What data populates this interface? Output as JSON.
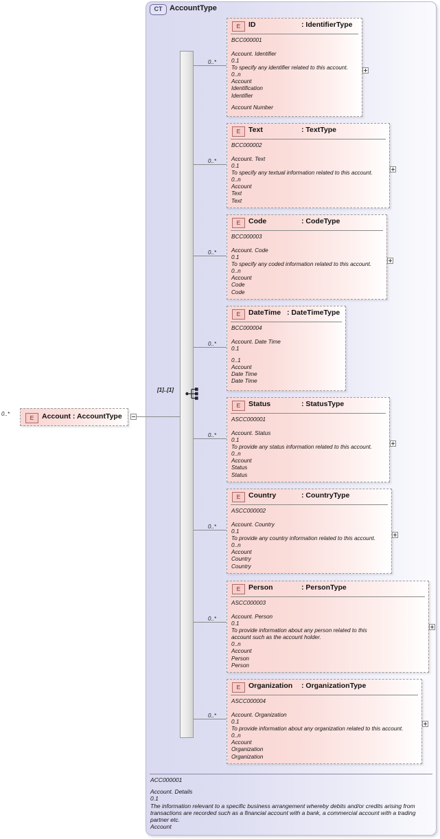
{
  "diagram": {
    "kind": "xsd-schema-diagram",
    "complex_type": {
      "badge": "CT",
      "title": "AccountType",
      "documentation": {
        "code": "ACC000001",
        "term": "Account. Details",
        "version": "0.1",
        "definition": "The information relevant to a specific business arrangement whereby debits and/or credits arising from transactions are recorded such as a financial account with a bank, a commercial account with a trading partner etc.",
        "object_class": "Account"
      }
    },
    "root_element": {
      "badge": "E",
      "label": "Account : AccountType",
      "occurrence": "0..*",
      "expander": "minus"
    },
    "model_group": {
      "icon": "sequence-icon",
      "occurrence": "[1]..[1]"
    },
    "elements": [
      {
        "badge": "E",
        "name": "ID",
        "type": ": IdentifierType",
        "code": "BCC000001",
        "occurrence": "0..*",
        "expander": "plus",
        "doc": [
          "Account. Identifier",
          "0.1",
          "To specify any identifier related to this account.",
          "0..n",
          "Account",
          "Identification",
          "Identifier",
          "",
          "Account Number"
        ]
      },
      {
        "badge": "E",
        "name": "Text",
        "type": ": TextType",
        "code": "BCC000002",
        "occurrence": "0..*",
        "expander": "plus",
        "doc": [
          "Account. Text",
          "0.1",
          "To specify any textual information related to this account.",
          "0..n",
          "Account",
          "Text",
          "Text"
        ]
      },
      {
        "badge": "E",
        "name": "Code",
        "type": ": CodeType",
        "code": "BCC000003",
        "occurrence": "0..*",
        "expander": "plus",
        "doc": [
          "Account. Code",
          "0.1",
          "To specify any coded information related to this account.",
          "0..n",
          "Account",
          "Code",
          "Code"
        ]
      },
      {
        "badge": "E",
        "name": "DateTime",
        "type": ": DateTimeType",
        "code": "BCC000004",
        "occurrence": "0..*",
        "expander": "none",
        "doc": [
          "Account. Date Time",
          "0.1",
          "",
          "0..1",
          "Account",
          "Date Time",
          "Date Time"
        ]
      },
      {
        "badge": "E",
        "name": "Status",
        "type": ": StatusType",
        "code": "ASCC000001",
        "occurrence": "0..*",
        "expander": "plus",
        "doc": [
          "Account. Status",
          "0.1",
          "To provide any status information related to this account.",
          "0..n",
          "Account",
          "Status",
          "Status"
        ]
      },
      {
        "badge": "E",
        "name": "Country",
        "type": ": CountryType",
        "code": "ASCC000002",
        "occurrence": "0..*",
        "expander": "plus",
        "doc": [
          "Account. Country",
          "0.1",
          "To provide any country information related to this account.",
          "0..n",
          "Account",
          "Country",
          "Country"
        ]
      },
      {
        "badge": "E",
        "name": "Person",
        "type": ": PersonType",
        "code": "ASCC000003",
        "occurrence": "0..*",
        "expander": "plus",
        "doc": [
          "Account. Person",
          "0.1",
          "To provide information about any person related to this account such as the account holder.",
          "0..n",
          "Account",
          "Person",
          "Person"
        ]
      },
      {
        "badge": "E",
        "name": "Organization",
        "type": ": OrganizationType",
        "code": "ASCC000004",
        "occurrence": "0..*",
        "expander": "plus",
        "doc": [
          "Account. Organization",
          "0.1",
          "To provide information about any organization related to this account.",
          "0..n",
          "Account",
          "Organization",
          "Organization"
        ]
      }
    ]
  }
}
